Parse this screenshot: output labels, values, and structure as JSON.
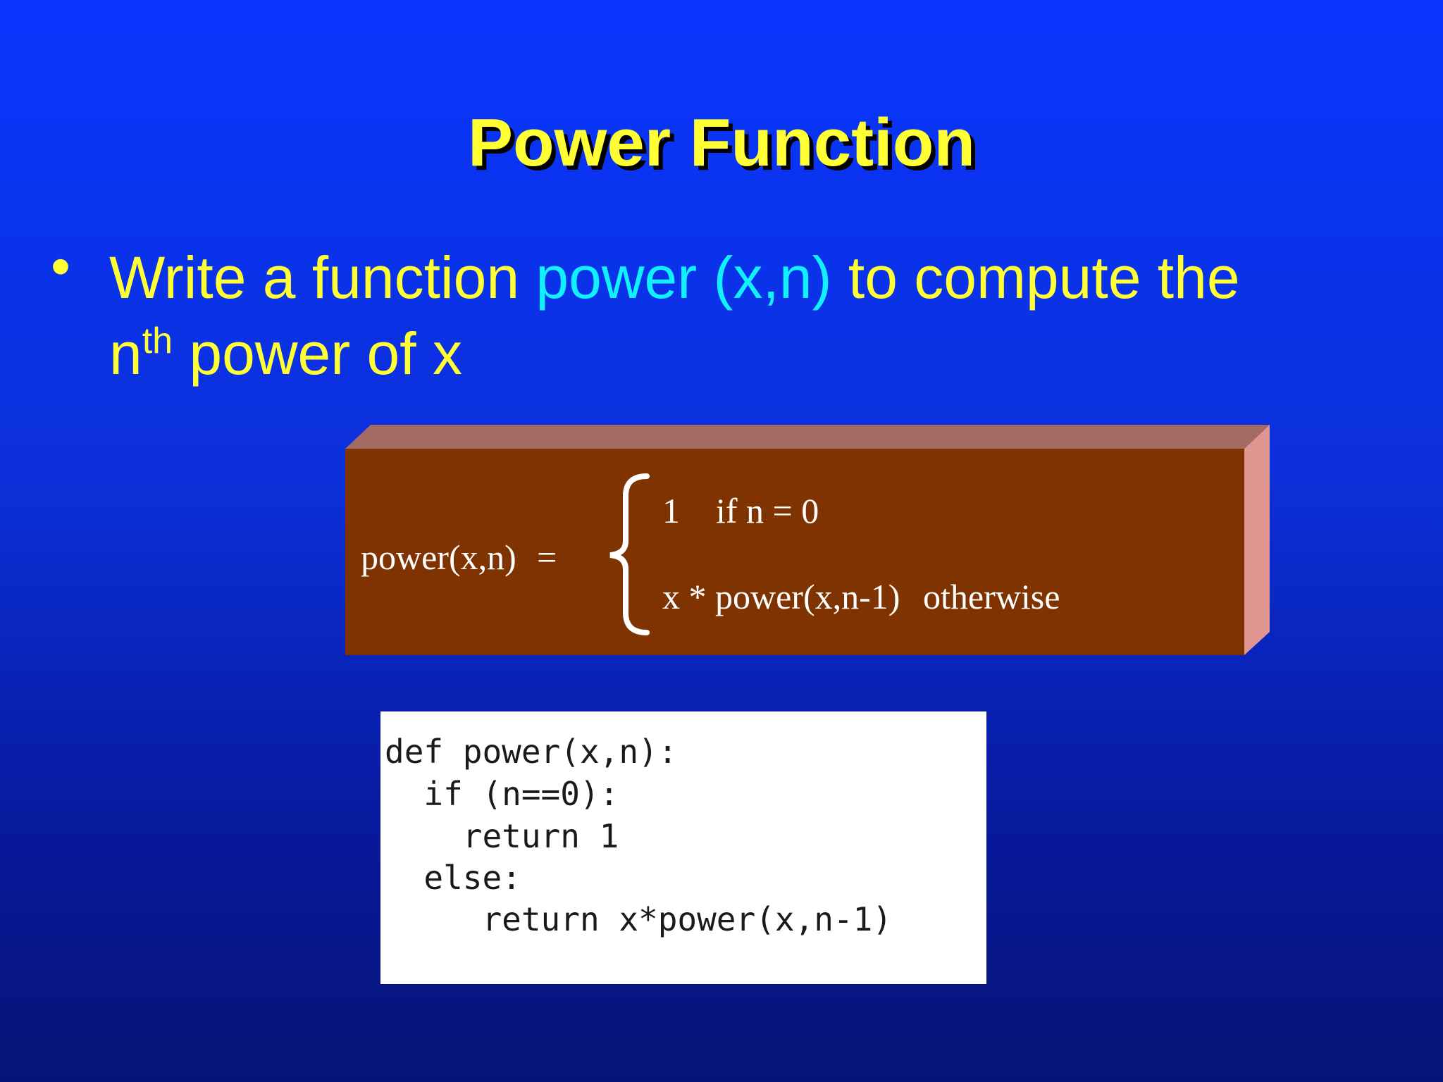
{
  "slide": {
    "title": "Power Function",
    "bullet": {
      "marker": "•",
      "text_before": "Write a function ",
      "highlight": "power (x,n)",
      "text_after": " to compute the",
      "line2_n": "n",
      "line2_sup": "th",
      "line2_rest": " power of x"
    },
    "definition": {
      "lhs": "power(x,n)",
      "equals": "=",
      "case1_value": "1",
      "case1_condition": "if n = 0",
      "case2_value": "x * power(x,n-1)",
      "case2_condition": "otherwise"
    },
    "code": {
      "lines": [
        "def power(x,n):",
        "  if (n==0):",
        "    return 1",
        "  else:",
        "     return x*power(x,n-1)"
      ]
    }
  },
  "colors": {
    "title": "#ffff33",
    "body_text": "#ffff33",
    "highlight": "#11f0ff",
    "box_front": "#7f3300",
    "box_top": "#a46a64",
    "box_side": "#e09590"
  }
}
